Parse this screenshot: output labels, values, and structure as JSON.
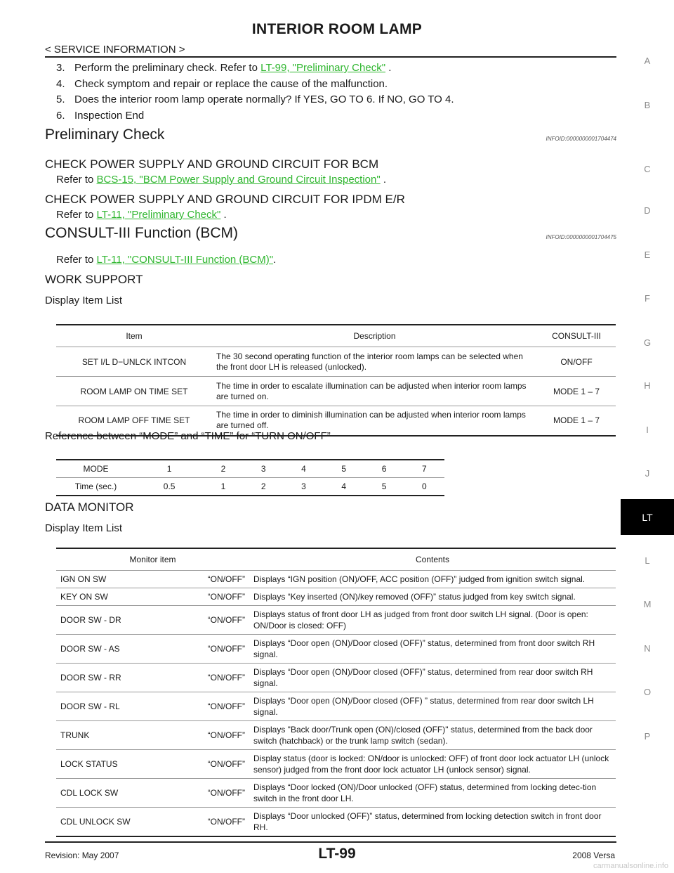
{
  "header": {
    "title": "INTERIOR ROOM LAMP",
    "section": "< SERVICE INFORMATION >"
  },
  "steps": [
    {
      "num": "3.",
      "text": "Perform the preliminary check. Refer to ",
      "link": "LT-99, \"Preliminary Check\"",
      "suffix": " ."
    },
    {
      "num": "4.",
      "text": "Check symptom and repair or replace the cause of the malfunction."
    },
    {
      "num": "5.",
      "text": "Does the interior room lamp operate normally? If YES, GO TO 6. If NO, GO TO 4."
    },
    {
      "num": "6.",
      "text": "Inspection End"
    }
  ],
  "preliminary": {
    "heading": "Preliminary Check",
    "infoid": "INFOID:0000000001704474",
    "bcm_heading": "CHECK POWER SUPPLY AND GROUND CIRCUIT FOR BCM",
    "bcm_refer": "Refer to ",
    "bcm_link": "BCS-15, \"BCM Power Supply and Ground Circuit Inspection\"",
    "bcm_suffix": " .",
    "ipdm_heading": "CHECK POWER SUPPLY AND GROUND CIRCUIT FOR IPDM E/R",
    "ipdm_refer": "Refer to ",
    "ipdm_link": "LT-11, \"Preliminary Check\"",
    "ipdm_suffix": " ."
  },
  "consult": {
    "heading": "CONSULT-III Function (BCM)",
    "infoid": "INFOID:0000000001704475",
    "refer": "Refer to ",
    "link": "LT-11, \"CONSULT-III Function (BCM)\"",
    "suffix": "."
  },
  "work_support": {
    "heading": "WORK SUPPORT",
    "subheading": "Display Item List",
    "columns": [
      "Item",
      "Description",
      "CONSULT-III"
    ],
    "rows": [
      {
        "item": "SET I/L D−UNLCK INTCON",
        "desc": "The 30 second operating function of the interior room lamps can be selected when the front door LH is released (unlocked).",
        "val": "ON/OFF"
      },
      {
        "item": "ROOM LAMP ON TIME SET",
        "desc": "The time in order to escalate illumination can be adjusted when interior room lamps are turned on.",
        "val": "MODE 1 – 7"
      },
      {
        "item": "ROOM LAMP OFF TIME SET",
        "desc": "The time in order to diminish illumination can be adjusted when interior room lamps are turned off.",
        "val": "MODE 1 – 7"
      }
    ],
    "reference_caption": "Reference between “MODE” and “TIME” for “TURN ON/OFF”",
    "mode_row": [
      "MODE",
      "1",
      "2",
      "3",
      "4",
      "5",
      "6",
      "7"
    ],
    "time_row": [
      "Time (sec.)",
      "0.5",
      "1",
      "2",
      "3",
      "4",
      "5",
      "0"
    ]
  },
  "data_monitor": {
    "heading": "DATA MONITOR",
    "subheading": "Display Item List",
    "columns": [
      "Monitor item",
      "Contents"
    ],
    "rows": [
      {
        "name": "IGN ON SW",
        "val": "“ON/OFF”",
        "contents": "Displays “IGN position (ON)/OFF, ACC position (OFF)” judged from ignition switch signal."
      },
      {
        "name": "KEY ON SW",
        "val": "“ON/OFF”",
        "contents": "Displays “Key inserted (ON)/key removed (OFF)” status judged from key switch signal."
      },
      {
        "name": "DOOR SW - DR",
        "val": "“ON/OFF”",
        "contents": "Displays status of front door LH as judged from front door switch LH signal. (Door is open: ON/Door is closed: OFF)"
      },
      {
        "name": "DOOR SW - AS",
        "val": "“ON/OFF”",
        "contents": "Displays “Door open (ON)/Door closed (OFF)” status, determined from front door switch RH signal."
      },
      {
        "name": "DOOR SW - RR",
        "val": "“ON/OFF”",
        "contents": "Displays “Door open (ON)/Door closed (OFF)” status, determined from rear door switch RH signal."
      },
      {
        "name": "DOOR SW - RL",
        "val": "“ON/OFF”",
        "contents": "Displays “Door open (ON)/Door closed (OFF) ” status, determined from rear door switch LH signal."
      },
      {
        "name": "TRUNK",
        "val": "“ON/OFF”",
        "contents": "Displays \"Back door/Trunk open (ON)/closed (OFF)\" status, determined from the back door switch (hatchback) or the trunk lamp switch (sedan)."
      },
      {
        "name": "LOCK STATUS",
        "val": "“ON/OFF”",
        "contents": "Display status (door is locked: ON/door is unlocked: OFF) of front door lock actuator LH (unlock sensor) judged from the front door lock actuator LH (unlock sensor) signal."
      },
      {
        "name": "CDL LOCK SW",
        "val": "“ON/OFF”",
        "contents": "Displays “Door locked (ON)/Door unlocked (OFF) status, determined from locking detec-tion switch in the front door LH."
      },
      {
        "name": "CDL UNLOCK SW",
        "val": "“ON/OFF”",
        "contents": "Displays “Door unlocked (OFF)” status, determined from locking detection switch in front door RH."
      }
    ]
  },
  "sidebar": {
    "letters": [
      "A",
      "B",
      "C",
      "D",
      "E",
      "F",
      "G",
      "H",
      "I",
      "J",
      "LT",
      "L",
      "M",
      "N",
      "O",
      "P"
    ],
    "active": "LT"
  },
  "footer": {
    "revision": "Revision: May 2007",
    "page": "LT-99",
    "model": "2008 Versa",
    "watermark": "carmanualsonline.info"
  }
}
